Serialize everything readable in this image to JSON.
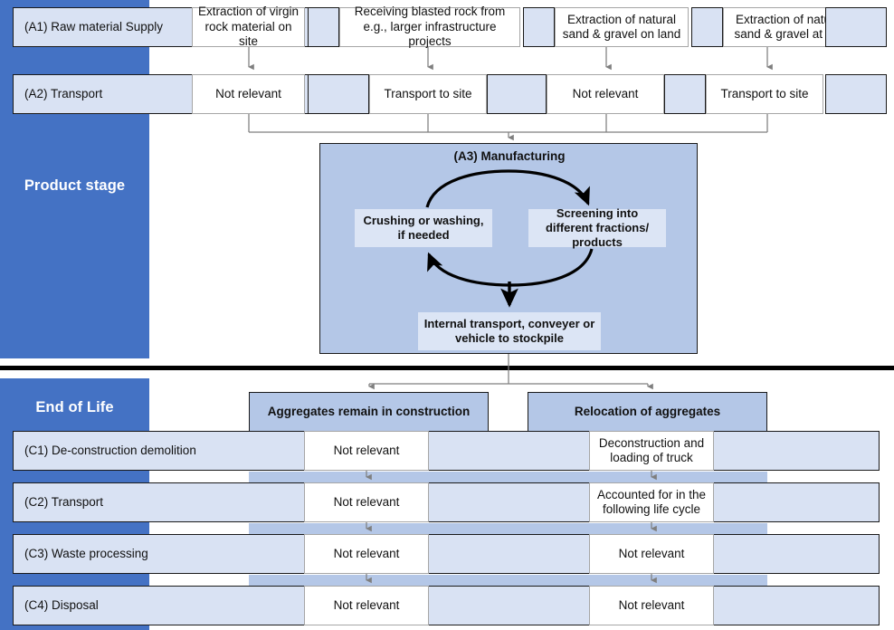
{
  "stages": {
    "product": {
      "label": "Product stage"
    },
    "eol": {
      "label": "End of Life"
    }
  },
  "product_stage": {
    "rows": [
      {
        "id": "A1",
        "label": "(A1) Raw material Supply",
        "cells": [
          "Extraction of virgin rock material on site",
          "Receiving blasted rock from e.g., larger infrastructure projects",
          "Extraction of natural sand & gravel on land",
          "Extraction of natural sand & gravel at sea"
        ]
      },
      {
        "id": "A2",
        "label": "(A2) Transport",
        "cells": [
          "Not relevant",
          "Transport to site",
          "Not relevant",
          "Transport to site"
        ]
      }
    ],
    "manufacturing": {
      "title": "(A3) Manufacturing",
      "box_left": "Crushing or washing, if needed",
      "box_right": "Screening into different fractions/ products",
      "box_bottom": "Internal transport, conveyer or vehicle to stockpile"
    }
  },
  "end_of_life": {
    "scenario_headers": [
      "Aggregates remain in construction",
      "Relocation of aggregates"
    ],
    "rows": [
      {
        "id": "C1",
        "label": "(C1) De-construction demolition",
        "cells": [
          "Not relevant",
          "Deconstruction and loading of truck"
        ]
      },
      {
        "id": "C2",
        "label": "(C2) Transport",
        "cells": [
          "Not relevant",
          "Accounted for in the following life cycle"
        ]
      },
      {
        "id": "C3",
        "label": "(C3) Waste processing",
        "cells": [
          "Not relevant",
          "Not relevant"
        ]
      },
      {
        "id": "C4",
        "label": "(C4) Disposal",
        "cells": [
          "Not relevant",
          "Not relevant"
        ]
      }
    ]
  },
  "colors": {
    "dark_blue": "#4472C4",
    "mid_blue": "#B4C7E7",
    "light_blue": "#D9E2F3",
    "inner_box": "#DCE5F5",
    "connector": "#7F7F7F",
    "divider": "#000000"
  }
}
